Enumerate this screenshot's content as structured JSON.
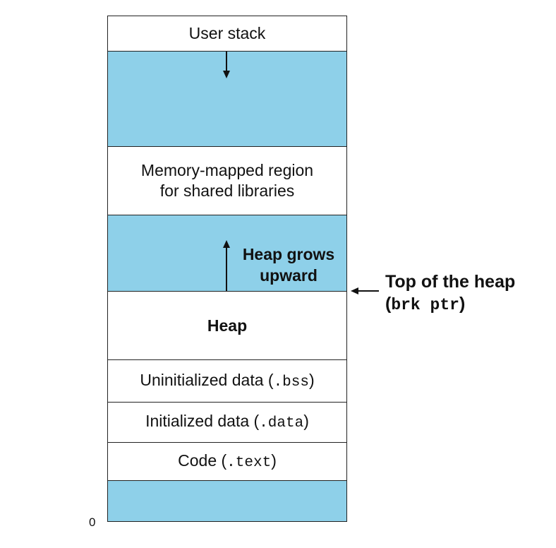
{
  "diagram": {
    "segments": {
      "user_stack": "User stack",
      "mmap_line1": "Memory-mapped region",
      "mmap_line2": "for shared libraries",
      "heap": "Heap",
      "bss_prefix": "Uninitialized data (",
      "bss_code": ".bss",
      "bss_suffix": ")",
      "data_prefix": "Initialized data (",
      "data_code": ".data",
      "data_suffix": ")",
      "text_prefix": "Code (",
      "text_code": ".text",
      "text_suffix": ")"
    },
    "heap_growth": {
      "line1": "Heap grows",
      "line2": "upward"
    },
    "top_of_heap": {
      "line1": "Top of the heap",
      "line2_prefix": "(",
      "line2_code": "brk ptr",
      "line2_suffix": ")"
    },
    "address_zero": "0",
    "colors": {
      "free_region": "#8ed0e9",
      "segment": "#ffffff",
      "border": "#222222"
    }
  }
}
